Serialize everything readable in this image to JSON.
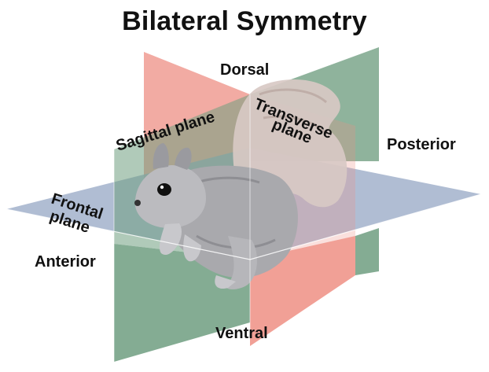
{
  "title": "Bilateral Symmetry",
  "directions": {
    "dorsal": "Dorsal",
    "ventral": "Ventral",
    "anterior": "Anterior",
    "posterior": "Posterior"
  },
  "planes": {
    "sagittal": "Sagittal plane",
    "transverse_line1": "Transverse",
    "transverse_line2": "plane",
    "frontal_line1": "Frontal",
    "frontal_line2": "plane"
  },
  "colors": {
    "sagittal_plane": "#6f9e80",
    "transverse_plane": "#ee8f84",
    "frontal_plane": "#9faec9",
    "squirrel_fur": "#a9a9ad"
  }
}
